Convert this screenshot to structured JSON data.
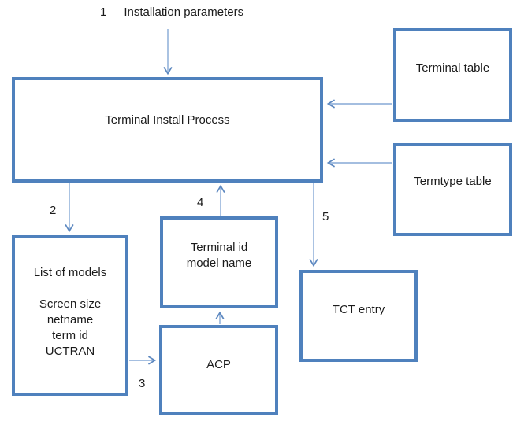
{
  "diagram": {
    "type": "flowchart",
    "background": "#ffffff",
    "colors": {
      "box_border": "#4f81bd",
      "arrow_line": "#85a9d6",
      "arrow_head": "#5d88c0",
      "text": "#1b1b1b"
    },
    "steps": {
      "step1": {
        "number": "1",
        "label": "Installation parameters"
      },
      "step2": {
        "number": "2"
      },
      "step3": {
        "number": "3"
      },
      "step4": {
        "number": "4"
      },
      "step5": {
        "number": "5"
      }
    },
    "boxes": {
      "terminal_install_process": {
        "label": "Terminal Install Process"
      },
      "terminal_table": {
        "label": "Terminal table"
      },
      "termtype_table": {
        "label": "Termtype table"
      },
      "list_of_models": {
        "lines": [
          "List of models",
          "",
          "Screen size",
          "netname",
          "term id",
          "UCTRAN"
        ]
      },
      "terminal_id_model_name": {
        "lines": [
          "Terminal id",
          "model name"
        ]
      },
      "acp": {
        "label": "ACP"
      },
      "tct_entry": {
        "label": "TCT entry"
      }
    },
    "connections": [
      {
        "step": "1",
        "from": "Installation parameters",
        "to": "Terminal Install Process",
        "direction": "down"
      },
      {
        "step": "",
        "from": "Terminal table",
        "to": "Terminal Install Process",
        "direction": "left"
      },
      {
        "step": "",
        "from": "Termtype table",
        "to": "Terminal Install Process",
        "direction": "left"
      },
      {
        "step": "2",
        "from": "Terminal Install Process",
        "to": "List of models",
        "direction": "down"
      },
      {
        "step": "3",
        "from": "List of models",
        "to": "ACP",
        "direction": "right"
      },
      {
        "step": "",
        "from": "ACP",
        "to": "Terminal id model name",
        "direction": "up"
      },
      {
        "step": "4",
        "from": "Terminal id model name",
        "to": "Terminal Install Process",
        "direction": "up"
      },
      {
        "step": "5",
        "from": "Terminal Install Process",
        "to": "TCT entry",
        "direction": "down"
      }
    ]
  }
}
